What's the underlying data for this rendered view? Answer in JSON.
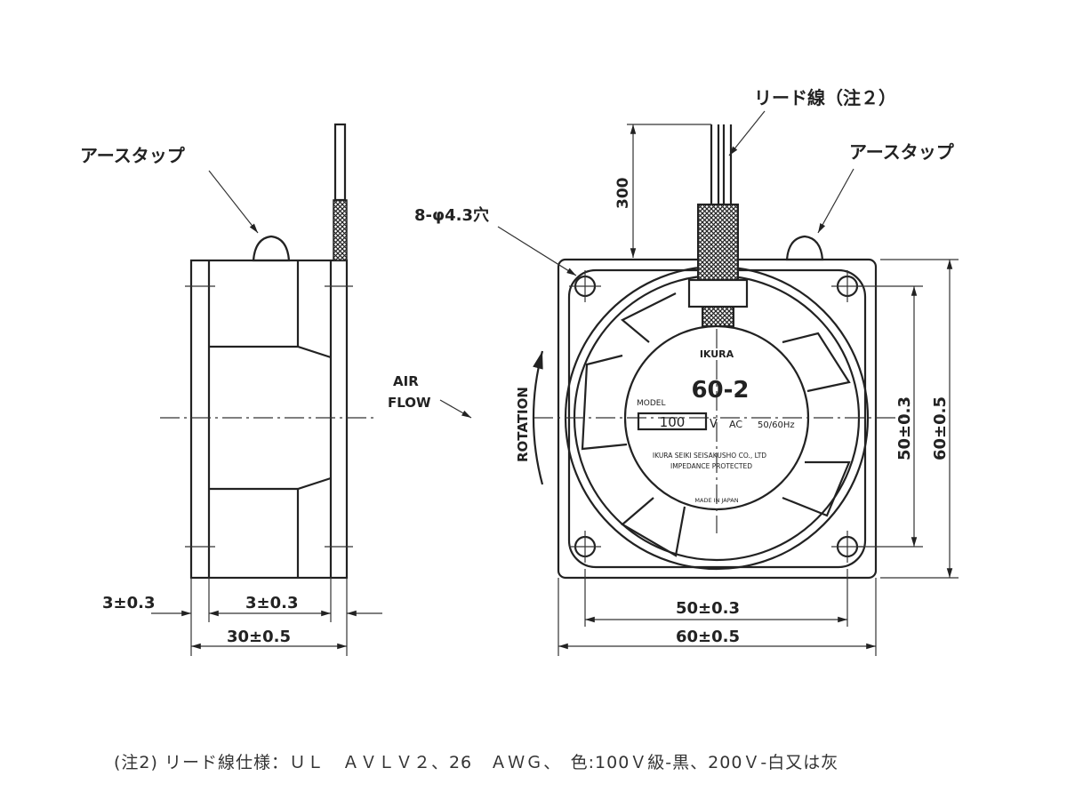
{
  "labels": {
    "earth_tap_left": "アースタップ",
    "earth_tap_right": "アースタップ",
    "lead_wire": "リード線（注２）",
    "holes": "8-φ4.3穴",
    "air_flow_1": "AIR",
    "air_flow_2": "FLOW",
    "rotation": "ROTATION",
    "cable_length": "300"
  },
  "fan_label": {
    "brand": "IKURA",
    "model_caption": "MODEL",
    "model": "60-2",
    "voltage": "100",
    "voltage_unit": "V",
    "ac": "AC",
    "freq": "50/60Hz",
    "maker": "IKURA SEIKI SEISAKUSHO CO., LTD",
    "protection": "IMPEDANCE PROTECTED",
    "origin": "MADE IN JAPAN"
  },
  "dimensions": {
    "side_flange_left": "3±0.3",
    "side_flange_right": "3±0.3",
    "side_depth": "30±0.5",
    "front_hole_pitch_h": "50±0.3",
    "front_width": "60±0.5",
    "front_hole_pitch_v": "50±0.3",
    "front_height": "60±0.5"
  },
  "footnote": "(注2) リード線仕様：ＵＬ　ＡＶＬＶ２、26　ＡＷＧ、　色:100Ｖ級-黒、200Ｖ-白又は灰"
}
